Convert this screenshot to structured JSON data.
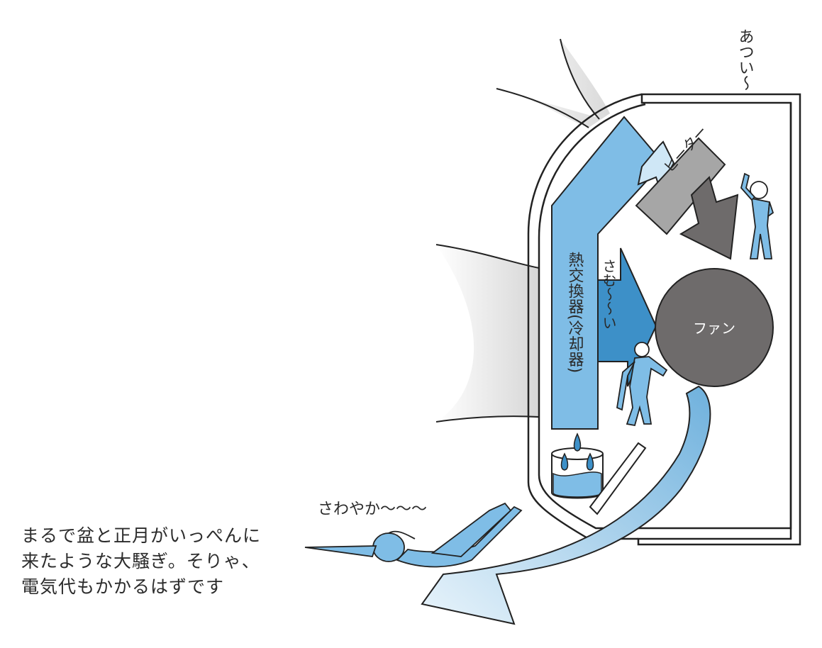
{
  "labels": {
    "heat_exchanger": "熱交換器(冷却器)",
    "heater": "ヒーター",
    "fan": "ファン",
    "hot": "あつい〜",
    "cold": "さむ〜〜い",
    "fresh": "さわやか〜〜〜"
  },
  "caption": {
    "line1": "まるで盆と正月がいっぺんに",
    "line2": "来たような大騒ぎ。そりゃ、",
    "line3": "電気代もかかるはずです"
  },
  "colors": {
    "cooler_blue": "#7fbde6",
    "cold_air_blue": "#3d90c8",
    "outlet_blue": "#cfe7f6",
    "heater_gray": "#a6a6a6",
    "fan_gray": "#6e6b6b",
    "room_gray": "#d8d8d8",
    "outline": "#222222"
  }
}
